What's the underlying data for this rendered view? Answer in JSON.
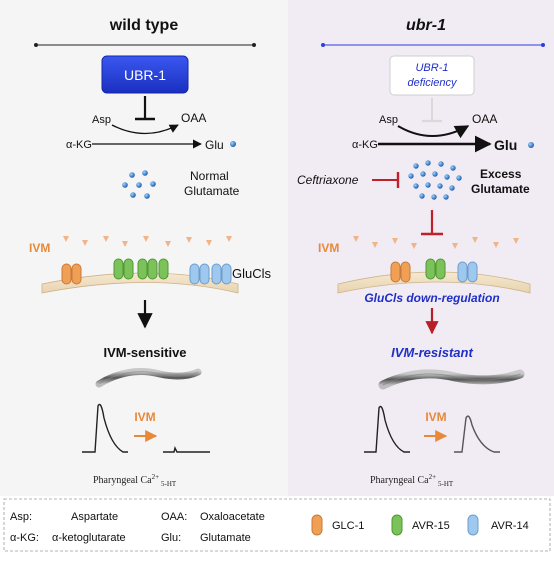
{
  "colors": {
    "left_bg": "#f5f5f5",
    "right_bg": "#f1ebf3",
    "blue_box": "#1f3bd9",
    "blue_text": "#1f2fc8",
    "red_inhibit": "#c0202a",
    "orange_ivm": "#e8893a",
    "orange_glc1": "#f0a055",
    "green_avr15": "#7cc25a",
    "blue_avr14": "#9fc8ee",
    "glu_dot": "#2f7fd0"
  },
  "left": {
    "title": "wild type",
    "box_label": "UBR-1",
    "asp": "Asp",
    "oaa": "OAA",
    "akg": "α-KG",
    "glu": "Glu",
    "glutamate_line1": "Normal",
    "glutamate_line2": "Glutamate",
    "ivm": "IVM",
    "glucls": "GluCls",
    "result": "IVM-sensitive",
    "ivm_arrow": "IVM",
    "pharyngeal": "Pharyngeal Ca",
    "ca_sup": "2+",
    "ca_sub": "5-HT"
  },
  "right": {
    "title": "ubr-1",
    "box_line1": "UBR-1",
    "box_line2": "deficiency",
    "asp": "Asp",
    "oaa": "OAA",
    "akg": "α-KG",
    "glu": "Glu",
    "ceftriaxone": "Ceftriaxone",
    "glutamate_line1": "Excess",
    "glutamate_line2": "Glutamate",
    "ivm": "IVM",
    "downreg": "GluCls down-regulation",
    "result": "IVM-resistant",
    "ivm_arrow": "IVM",
    "pharyngeal": "Pharyngeal Ca",
    "ca_sup": "2+",
    "ca_sub": "5-HT"
  },
  "legend": {
    "abbrev": [
      {
        "key": "Asp:",
        "value": "Aspartate"
      },
      {
        "key": "OAA:",
        "value": "Oxaloacetate"
      },
      {
        "key": "α-KG:",
        "value": "α-ketoglutarate"
      },
      {
        "key": "Glu:",
        "value": "Glutamate"
      }
    ],
    "receptors": [
      {
        "name": "GLC-1",
        "color": "#f0a055"
      },
      {
        "name": "AVR-15",
        "color": "#7cc25a"
      },
      {
        "name": "AVR-14",
        "color": "#9fc8ee"
      }
    ]
  }
}
